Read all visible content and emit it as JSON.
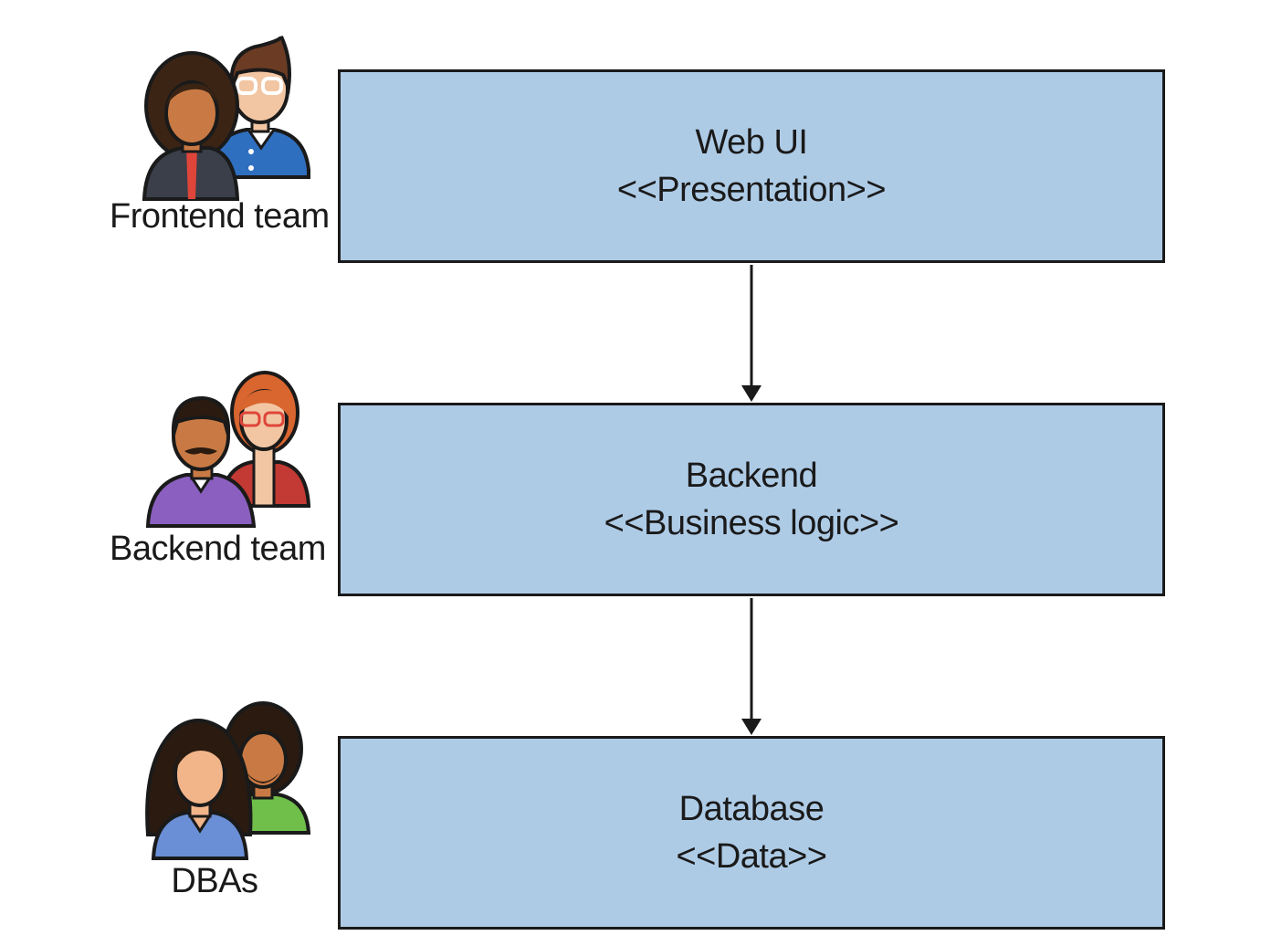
{
  "layers": [
    {
      "name": "Web UI",
      "stereotype": "<<Presentation>>"
    },
    {
      "name": "Backend",
      "stereotype": "<<Business logic>>"
    },
    {
      "name": "Database",
      "stereotype": "<<Data>>"
    }
  ],
  "teams": [
    {
      "label": "Frontend team",
      "icon": "frontend-team-icon"
    },
    {
      "label": "Backend team",
      "icon": "backend-team-icon"
    },
    {
      "label": "DBAs",
      "icon": "dba-team-icon"
    }
  ],
  "colors": {
    "box_fill": "#aecbe6",
    "box_border": "#1a1a1a",
    "arrow": "#1a1a1a"
  }
}
